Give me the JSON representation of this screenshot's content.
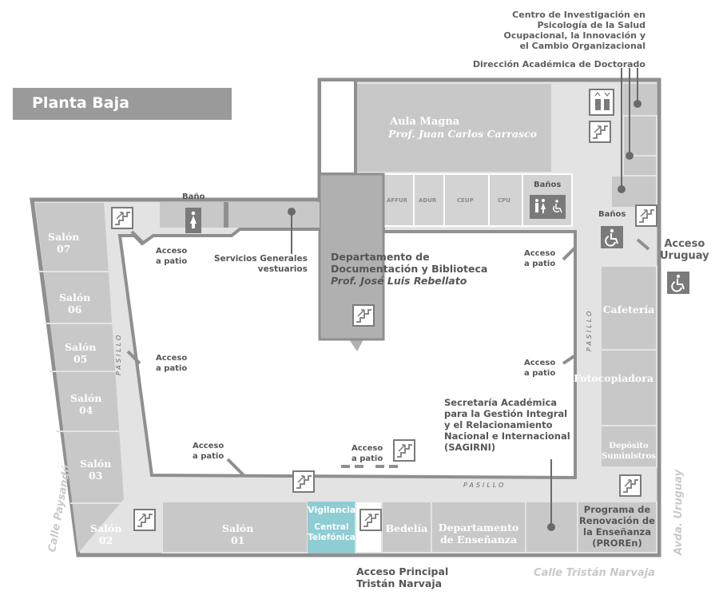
{
  "title": "Planta Baja",
  "rooms": {
    "salon_07": "Salón\n07",
    "salon_06": "Salón\n06",
    "salon_05": "Salón\n05",
    "salon_04": "Salón\n04",
    "salon_03": "Salón\n03",
    "salon_02": "Salón\n02",
    "salon_01": "Salón\n01",
    "aula_magna": "Aula Magna",
    "aula_magna_sub": "Prof. Juan Carlos Carrasco",
    "affur": "AFFUR",
    "adur": "ADUR",
    "ceup": "CEUP",
    "cpu": "CPU",
    "banos_top": "Baños",
    "cafeteria": "Cafetería",
    "fotocopiadora": "Fotocopiadora",
    "deposito": "Depósito\nSuministros",
    "bedelia": "Bedelía",
    "depto_ensenanza": "Departamento\nde Enseñanza",
    "vigilancia": "Vigilancia",
    "central": "Central\nTelefónica",
    "proren": "Programa de\nRenovación de\nla Enseñanza\n(PROREn)"
  },
  "labels": {
    "centro": "Centro de Investigación en\nPsicología de la Salud\nOcupacional, la Innovación y\nel Cambio Organizacional",
    "direccion": "Dirección Académica de Doctorado",
    "bano": "Baño",
    "banos_right": "Baños",
    "acceso_uruguay": "Acceso\nUruguay",
    "servicios": "Servicios Generales\nvestuarios",
    "depto_doc": "Departamento de\nDocumentación y Biblioteca",
    "depto_doc_sub": "Prof. José Luis Rebellato",
    "secretaria": "Secretaría Académica\npara la Gestión Integral\ny el Relacionamiento\nNacional e Internacional\n(SAGIRNI)",
    "acceso_patio": "Acceso\na patio",
    "acceso_principal": "Acceso Principal\nTristán Narvaja",
    "pasillo": "PASILLO"
  },
  "streets": {
    "paysandu": "Calle Paysandú",
    "uruguay": "Avda. Uruguay",
    "tristan": "Calle Tristán Narvaja"
  },
  "colors": {
    "room": "#c8c8c8",
    "room_dark": "#adadad",
    "wall": "#8f8f8f",
    "corridor": "#e3e3e3",
    "highlight": "#8ecdd4",
    "icon": "#7a7a7a"
  }
}
